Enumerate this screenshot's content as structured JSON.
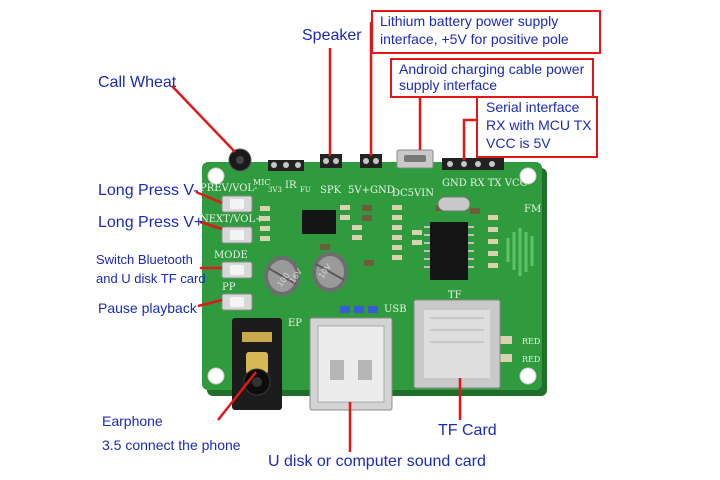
{
  "labels": {
    "speaker": "Speaker",
    "call_wheat": "Call Wheat",
    "long_press_v_minus": "Long Press V-",
    "long_press_v_plus": "Long Press V+",
    "switch_line1": "Switch Bluetooth",
    "switch_line2": "and U disk TF card",
    "pause_playback": "Pause playback",
    "earphone_line1": "Earphone",
    "earphone_line2": "3.5 connect the phone",
    "udisk": "U disk or computer sound card",
    "tf_card": "TF Card"
  },
  "boxes": {
    "battery_line1": "Lithium battery power supply",
    "battery_line2": "interface, +5V for positive pole",
    "android_line1": "Android charging cable power",
    "android_line2": "supply interface",
    "serial_line1": "Serial interface",
    "serial_line2": "RX with MCU TX",
    "serial_line3": "VCC is 5V"
  },
  "silkscreen": {
    "mic": "MIC",
    "prev_vol": "PREV/VOL-",
    "next_vol": "NEXT/VOL+",
    "mode": "MODE",
    "pp": "PP",
    "v3": "3V3",
    "ir": "IR",
    "fu": "FU",
    "spk": "SPK",
    "power_5v_gnd": "5V+GND",
    "dc5vin": "DC5VIN",
    "gnd_rx_tx_vcc": "GND RX TX VCC",
    "fm": "FM",
    "ep": "EP",
    "usb": "USB",
    "tf": "TF",
    "red": "RED",
    "cap_100": "100",
    "cap_16v": "16V",
    "cap_10v": "10V"
  },
  "colors": {
    "label_text": "#1b2bb8",
    "callout_line": "#e01818",
    "pcb": "#2f9a3e"
  }
}
